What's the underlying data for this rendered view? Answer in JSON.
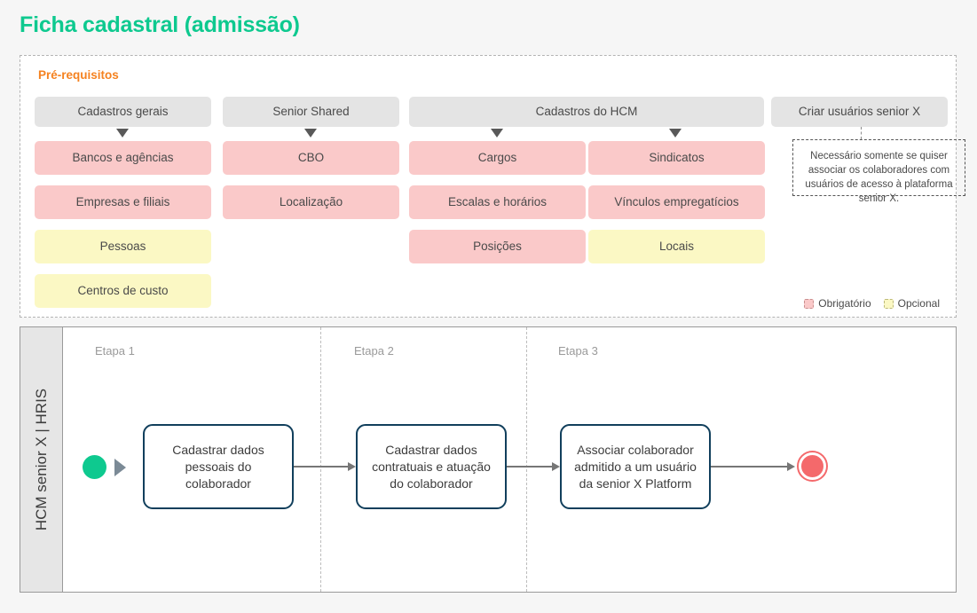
{
  "page": {
    "title": "Ficha cadastral (admissão)",
    "title_color": "#0ec98f",
    "background": "#f6f6f6"
  },
  "prerequisites": {
    "section_label": "Pré-requisitos",
    "section_label_color": "#f58220",
    "columns": [
      {
        "header": "Cadastros gerais",
        "items": [
          {
            "label": "Bancos e agências",
            "type": "mandatory"
          },
          {
            "label": "Empresas e filiais",
            "type": "mandatory"
          },
          {
            "label": "Pessoas",
            "type": "optional"
          },
          {
            "label": "Centros de custo",
            "type": "optional"
          }
        ]
      },
      {
        "header": "Senior Shared",
        "items": [
          {
            "label": "CBO",
            "type": "mandatory"
          },
          {
            "label": "Localização",
            "type": "mandatory"
          }
        ]
      },
      {
        "header": "Cadastros do HCM",
        "items": [
          {
            "label": "Cargos",
            "type": "mandatory"
          },
          {
            "label": "Escalas e horários",
            "type": "mandatory"
          },
          {
            "label": "Posições",
            "type": "mandatory"
          }
        ]
      },
      {
        "header": "",
        "items": [
          {
            "label": "Sindicatos",
            "type": "mandatory"
          },
          {
            "label": "Vínculos empregatícios",
            "type": "mandatory"
          },
          {
            "label": "Locais",
            "type": "optional"
          }
        ]
      },
      {
        "header": "Criar usuários senior X",
        "note": "Necessário somente se quiser associar os colaboradores com usuários de acesso à plataforma senior X."
      }
    ],
    "legend": [
      {
        "label": "Obrigatório",
        "type": "mandatory",
        "color": "#fac9c9"
      },
      {
        "label": "Opcional",
        "type": "optional",
        "color": "#fbf8c4"
      }
    ]
  },
  "flow": {
    "lane_label": "HCM senior X | HRIS",
    "phases": [
      {
        "label": "Etapa 1"
      },
      {
        "label": "Etapa 2"
      },
      {
        "label": "Etapa 3"
      }
    ],
    "start_event": {
      "name": "start-event",
      "color": "#0ec98f"
    },
    "end_event": {
      "name": "end-event",
      "color": "#f4696b"
    },
    "tasks": [
      {
        "label": "Cadastrar dados pessoais do colaborador"
      },
      {
        "label": "Cadastrar dados contratuais e atuação do colaborador"
      },
      {
        "label": "Associar colaborador admitido a um usuário da senior X Platform"
      }
    ]
  }
}
